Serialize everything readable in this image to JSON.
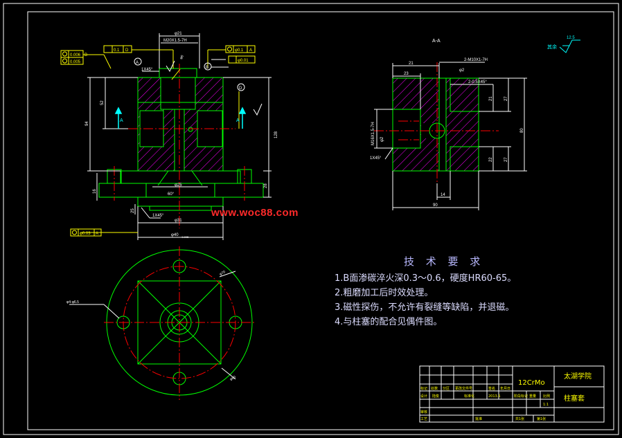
{
  "drawing": {
    "section_label": "A-A",
    "roughness_note": "其余",
    "roughness_value": "12.5"
  },
  "annotations": {
    "dia21": "φ21",
    "thread_top": "M20X1.5-7H",
    "dia6": "φ6",
    "tol_flat": "0.006",
    "tol_flat_ref": "B",
    "tol_round": "0.005",
    "tol_perp": "0.1",
    "tol_perp_ref": "D",
    "tol_pos1": "φ0.1",
    "tol_pos1_ref": "A",
    "tol_pos2": "φ0.01",
    "datum_a": "A",
    "datum_b": "B",
    "datum_d": "D",
    "section_a": "A",
    "chamfer_top": "1X45°",
    "dim_height_total": "94",
    "dim_52": "52",
    "dim_128": "128",
    "dim_28": "28",
    "dim_16": "16",
    "dim_25": "25",
    "dia25": "φ25",
    "angle60": "60°",
    "chamfer_bottom": "1X45°",
    "dia31": "φ31",
    "dia40": "φ40",
    "dia40_tol": "-0.005",
    "tol_bottom": "φ0.03",
    "tol_bottom_ref": "A",
    "hole_note": "φ4-φ6.5",
    "dia70": "φ70",
    "dia60": "φ60",
    "right_thread": "2-M10X1-7H",
    "right_chamfer": "2-0.5X45°",
    "right_dim_21a": "21",
    "right_dim_23": "23",
    "right_dim_21b": "21",
    "right_dim_27": "27",
    "right_dim_80": "80",
    "right_dim_22": "22",
    "right_dim_27b": "27",
    "right_dim_14": "14",
    "right_dim_90": "90",
    "right_thread_left": "M16X1.5-7H",
    "right_dia2": "φ2",
    "right_chamfer2": "1X45°",
    "right_dia2b": "φ2"
  },
  "tech_requirements": {
    "title": "技 术 要 求",
    "items": [
      "1.B面渗碳淬火深0.3～0.6，硬度HR60-65。",
      "2.粗磨加工后时效处理。",
      "3.磁性探伤，不允许有裂缝等缺陷，并退磁。",
      "4.与柱塞的配合见偶件图。"
    ]
  },
  "watermark": "www.woc88.com",
  "title_block": {
    "material": "12CrMo",
    "school": "太湖学院",
    "part_name": "柱塞套",
    "row_labels": [
      "标记",
      "处数",
      "分区",
      "更改文件号",
      "签名",
      "年月日"
    ],
    "design_label": "设计",
    "designer": "陆俊",
    "std_label": "标准化",
    "std_value": "2013.5",
    "stage_label": "阶段标记",
    "weight_label": "重量",
    "scale_label": "比例",
    "scale_value": "1:1",
    "review_label": "审核",
    "process_label": "工艺",
    "approve_label": "批准",
    "sheets_total": "共1张",
    "sheet_no": "第1张"
  },
  "colors": {
    "background": "#000000",
    "frame": "#ffffff",
    "outline": "#00ff00",
    "hatch": "#ff00ff",
    "center_line": "#ff0000",
    "dimension": "#ffffff",
    "annotation": "#ffff00",
    "title_text": "#ffff00"
  }
}
